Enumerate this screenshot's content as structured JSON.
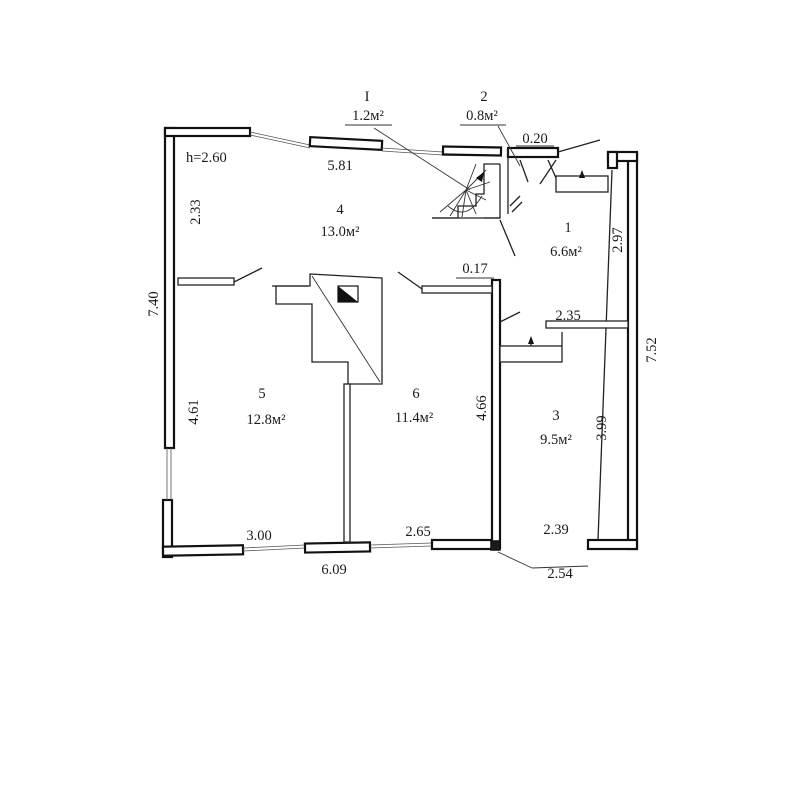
{
  "plan": {
    "height_label": "h=2.60",
    "rooms": [
      {
        "number": "I",
        "area": "1.2м²"
      },
      {
        "number": "2",
        "area": "0.8м²"
      },
      {
        "number": "4",
        "area": "13.0м²"
      },
      {
        "number": "1",
        "area": "6.6м²"
      },
      {
        "number": "5",
        "area": "12.8м²"
      },
      {
        "number": "6",
        "area": "11.4м²"
      },
      {
        "number": "3",
        "area": "9.5м²"
      }
    ],
    "dimensions": {
      "top_width": "5.81",
      "stair_gap": "0.20",
      "left_upper": "2.33",
      "total_left": "7.40",
      "partition_stub": "0.17",
      "right_upper": "2.97",
      "total_right": "7.52",
      "inner_partition": "2.35",
      "left_lower": "4.61",
      "center_lower": "4.66",
      "right_lower": "3.99",
      "bottom_left": "3.00",
      "bottom_mid": "2.65",
      "bottom_total": "6.09",
      "bottom_right": "2.39",
      "bottom_right_outer": "2.54"
    }
  }
}
